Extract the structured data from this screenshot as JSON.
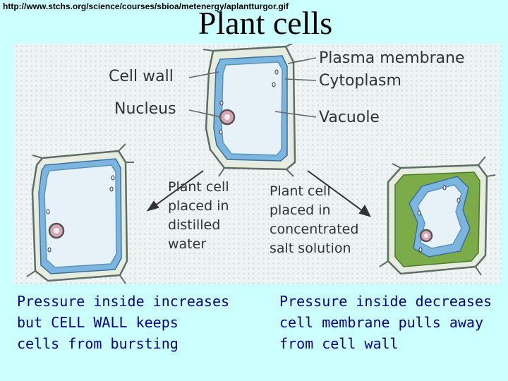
{
  "header": {
    "source_url": "http://www.stchs.org/science/courses/sbioa/metenergy/aplantturgor.gif",
    "title": "Plant cells"
  },
  "diagram": {
    "labels": {
      "cell_wall": "Cell wall",
      "nucleus": "Nucleus",
      "plasma_membrane": "Plasma membrane",
      "cytoplasm": "Cytoplasm",
      "vacuole": "Vacuole",
      "distilled_water": "Plant cell\nplaced in\ndistilled\nwater",
      "salt_solution": "Plant cell\nplaced in\nconcentrated\nsalt solution"
    }
  },
  "captions": {
    "left": "Pressure inside increases\nbut CELL WALL keeps\ncells from bursting",
    "right": "Pressure inside decreases\ncell membrane pulls away\nfrom cell wall"
  },
  "colors": {
    "background": "#ccffff",
    "cell_wall": "#e6ede0",
    "cytoplasm": "#7cb6e0",
    "vacuole": "#e6f2f8",
    "shrunken_space": "#7cab4a",
    "caption_text": "#00008b"
  }
}
